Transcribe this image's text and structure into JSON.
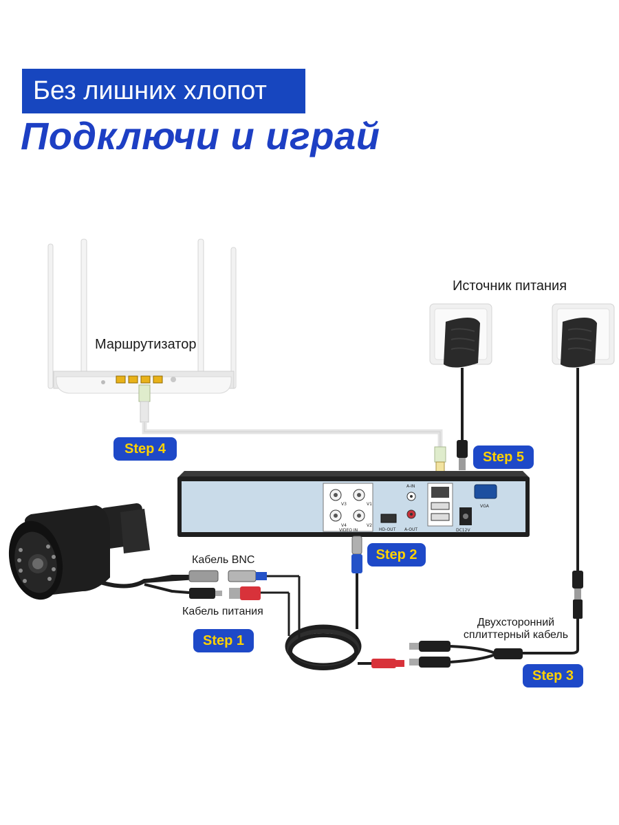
{
  "banner": {
    "text": "Без лишних хлопот"
  },
  "headline": {
    "text": "Подключи и играй"
  },
  "labels": {
    "router": "Маршрутизатор",
    "power_source": "Источник питания",
    "bnc_cable": "Кабель BNC",
    "power_cable": "Кабель питания",
    "splitter_line1": "Двухсторонний",
    "splitter_line2": "сплиттерный кабель"
  },
  "steps": {
    "step1": "Step 1",
    "step2": "Step 2",
    "step3": "Step 3",
    "step4": "Step 4",
    "step5": "Step 5"
  },
  "dvr_ports": {
    "v1": "V1",
    "v2": "V2",
    "v3": "V3",
    "v4": "V4",
    "video_in": "VIDEO IN",
    "a_in": "A-IN",
    "a_out": "A-OUT",
    "hd_out": "HD-OUT",
    "vga": "VGA",
    "dc12v": "DC12V"
  },
  "colors": {
    "banner_bg": "#1746bf",
    "headline": "#1d3fc4",
    "step_bg": "#1e49c8",
    "step_text": "#ffd200",
    "dvr_panel": "#c9dbe9"
  },
  "icons": [
    "router-icon",
    "power-adapter-icon",
    "dvr-recorder-icon",
    "bullet-camera-icon",
    "cable-coil-icon",
    "splitter-cable-icon"
  ]
}
